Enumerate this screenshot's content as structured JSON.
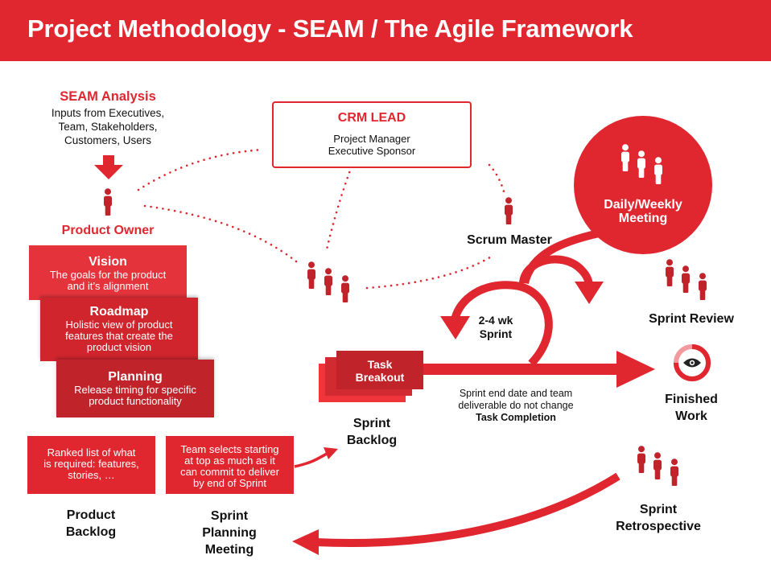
{
  "header": {
    "title": "Project Methodology - SEAM / The Agile Framework"
  },
  "seam_analysis": {
    "title": "SEAM Analysis",
    "inputs": [
      "Inputs from Executives,",
      "Team, Stakeholders,",
      "Customers, Users"
    ]
  },
  "product_owner": {
    "label": "Product Owner"
  },
  "crm_lead": {
    "title": "CRM LEAD",
    "roles": [
      "Project Manager",
      "Executive Sponsor"
    ]
  },
  "cards": {
    "vision": {
      "title": "Vision",
      "lines": [
        "The goals for the product",
        "and it’s alignment"
      ]
    },
    "roadmap": {
      "title": "Roadmap",
      "lines": [
        "Holistic view of product",
        "features that create the",
        "product vision"
      ]
    },
    "planning": {
      "title": "Planning",
      "lines": [
        "Release timing for specific",
        "product functionality"
      ]
    }
  },
  "ranked_list": {
    "lines": [
      "Ranked list of what",
      "is required: features,",
      "stories, …"
    ]
  },
  "team_selects": {
    "lines": [
      "Team selects starting",
      "at top as much as it",
      "can commit to deliver",
      "by end of Sprint"
    ]
  },
  "labels": {
    "product_backlog": [
      "Product",
      "Backlog"
    ],
    "sprint_planning": [
      "Sprint",
      "Planning",
      "Meeting"
    ],
    "sprint_backlog": [
      "Sprint",
      "Backlog"
    ],
    "scrum_master": "Scrum Master",
    "sprint_cycle": [
      "2-4 wk",
      "Sprint"
    ],
    "daily_meeting": [
      "Daily/Weekly",
      "Meeting"
    ],
    "sprint_review": "Sprint Review",
    "finished_work": [
      "Finished",
      "Work"
    ],
    "sprint_retro": [
      "Sprint",
      "Retrospective"
    ]
  },
  "task_breakout": [
    "Task",
    "Breakout"
  ],
  "end_date_note": {
    "lines": [
      "Sprint end date and team",
      "deliverable do not change"
    ],
    "bold": "Task Completion"
  },
  "icons": {
    "person": "person-icon",
    "eye": "eye-icon",
    "down_arrow": "down-arrow-icon"
  },
  "colors": {
    "primary": "#e0262f",
    "dark": "#c1232b",
    "light": "#f39a9e"
  }
}
